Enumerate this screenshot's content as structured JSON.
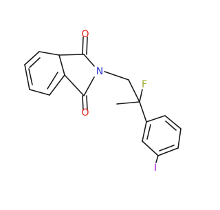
{
  "molecule": {
    "atom_labels": {
      "carbonyl_oxygen_top": "O",
      "carbonyl_oxygen_bottom": "O",
      "imide_nitrogen": "N",
      "fluorine": "F",
      "iodine": "I"
    },
    "colors": {
      "bond": "#1a1a1a",
      "oxygen": "#e8231f",
      "nitrogen": "#2a3bd6",
      "fluorine": "#9ea92d",
      "iodine": "#a51bd0",
      "background": "#ffffff"
    }
  }
}
